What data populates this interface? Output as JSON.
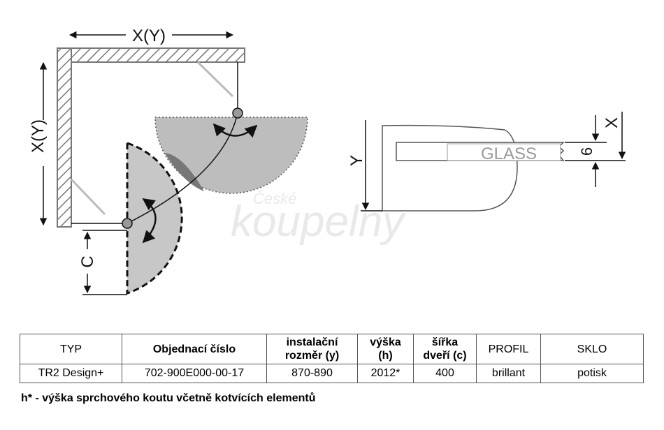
{
  "diagram": {
    "dim_top": "X(Y)",
    "dim_left": "X(Y)",
    "dim_c": "C",
    "dim_y": "Y",
    "dim_x": "X",
    "dim_6": "6",
    "glass_label": "GLASS",
    "watermark_small": "České",
    "watermark_large": "koupelny"
  },
  "table": {
    "headers": [
      {
        "text": "TYP",
        "bold": false
      },
      {
        "text": "Objednací číslo",
        "bold": true
      },
      {
        "line1": "instalační",
        "line2": "rozměr (y)",
        "bold": true
      },
      {
        "line1": "výška",
        "line2": "(h)",
        "bold": true
      },
      {
        "line1": "šířka",
        "line2": "dveří (c)",
        "bold": true
      },
      {
        "text": "PROFIL",
        "bold": false
      },
      {
        "text": "SKLO",
        "bold": false
      }
    ],
    "row": [
      "TR2 Design+",
      "702-900E000-00-17",
      "870-890",
      "2012*",
      "400",
      "brillant",
      "potisk"
    ]
  },
  "footnote": "h* - výška sprchového koutu včetně kotvících elementů"
}
